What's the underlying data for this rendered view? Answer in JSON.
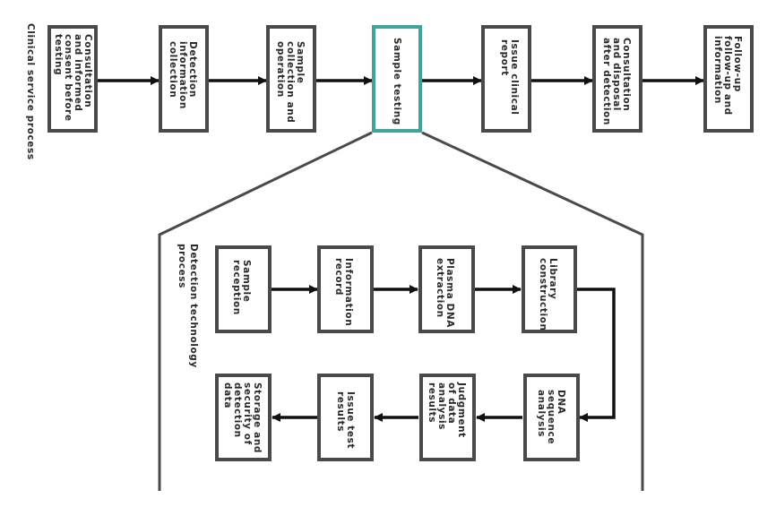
{
  "clinical": {
    "label": "Clinical service process",
    "steps": [
      "Consultation\nand informed\nconsent before\ntesting",
      "Detection\ninformation\ncollection",
      "Sample\ncollection and\noperation",
      "Sample testing",
      "Issue clinical\nreport",
      "Consultation\nand disposal\nafter detection",
      "Follow-up\nfollow-up and\ninformation"
    ]
  },
  "technology": {
    "label": "Detection technology\nprocess",
    "row1": [
      "Sample\nreception",
      "Information\nrecord",
      "Plasma DNA\nextraction",
      "Library\nconstruction"
    ],
    "row2": [
      "DNA\nsequence\nanalysis",
      "Judgment\nof data\nanalysis\nresults",
      "Issue test\nresults",
      "Storage and\nsecurity of\ndetection\ndata"
    ]
  },
  "colors": {
    "box_border": "#4a4a4a",
    "highlight_border": "#3fa597",
    "arrow": "#111111"
  }
}
